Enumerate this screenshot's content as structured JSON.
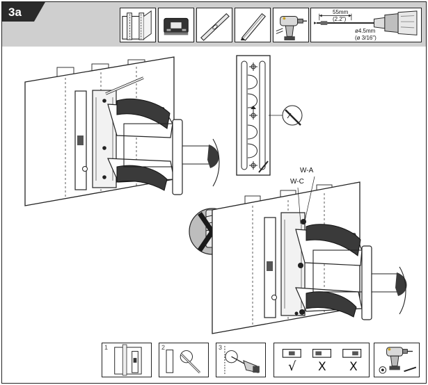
{
  "step": {
    "label": "3a"
  },
  "drill_spec": {
    "depth_mm": "55mm",
    "depth_in": "(2.2\")",
    "diameter_mm": "ø4.5mm",
    "diameter_in": "(ø 3/16\")"
  },
  "callouts": {
    "wa": "W-A",
    "wc": "W-C"
  },
  "substeps": [
    "1",
    "2",
    "3"
  ],
  "level_marks": [
    "√",
    "X",
    "X"
  ],
  "tools": [
    "wall-stud-icon",
    "stud-finder-icon",
    "level-icon",
    "pencil-icon",
    "drill-icon",
    "drill-bit-depth-icon"
  ],
  "colors": {
    "header": "#cfcfcf",
    "tag": "#2a2a2a",
    "prohibit_circle": "#bdbdbd"
  }
}
